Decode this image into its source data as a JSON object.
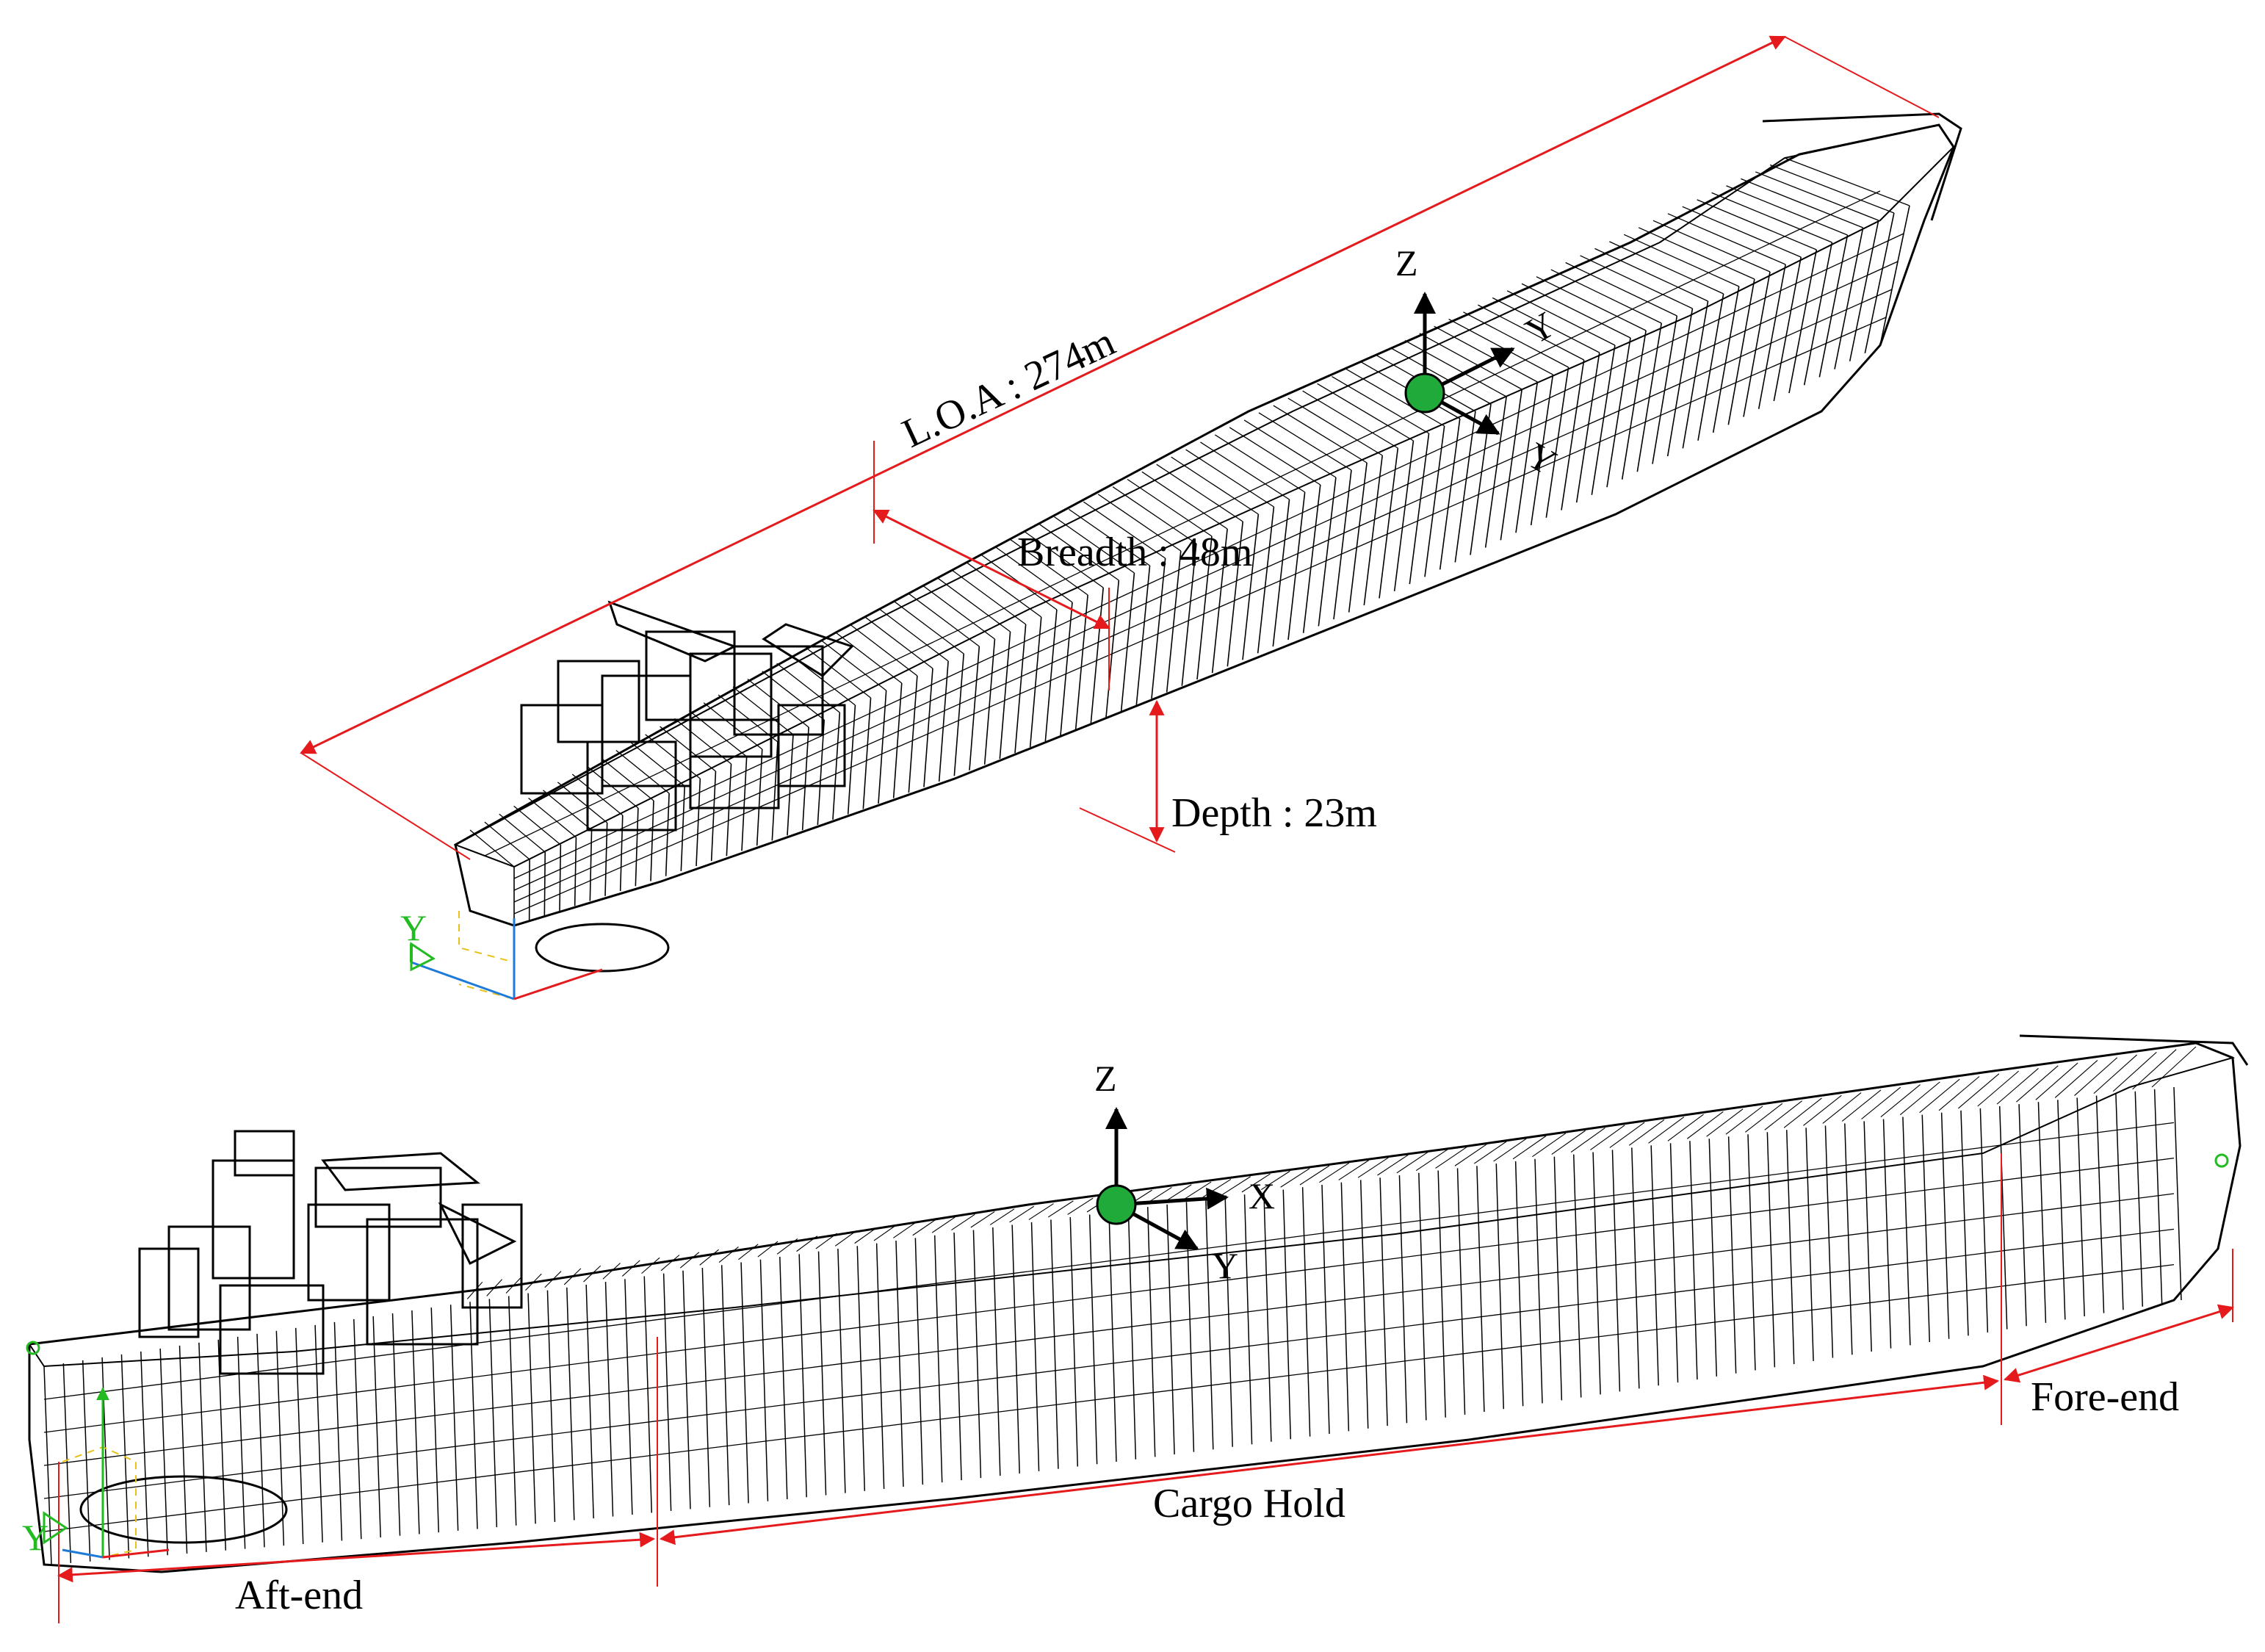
{
  "colors": {
    "dimension_line": "#e41a1c",
    "mesh": "#000000",
    "cog_marker": "#1faa3a",
    "axis_green": "#22bb22",
    "axis_blue": "#1e7bd8",
    "axis_yellow": "#e8c21a"
  },
  "top_view": {
    "dimensions": {
      "loa": "L.O.A : 274m",
      "breadth": "Breadth : 48m",
      "depth": "Depth : 23m"
    },
    "cog_axes": {
      "z": "Z",
      "y1": "Y",
      "y2": "Y"
    },
    "global_axis": {
      "y": "Y"
    }
  },
  "bottom_view": {
    "sections": {
      "aft": "Aft-end",
      "cargo": "Cargo Hold",
      "fore": "Fore-end"
    },
    "cog_axes": {
      "z": "Z",
      "x": "X",
      "y": "Y"
    },
    "global_axis": {
      "y": "Y"
    }
  }
}
